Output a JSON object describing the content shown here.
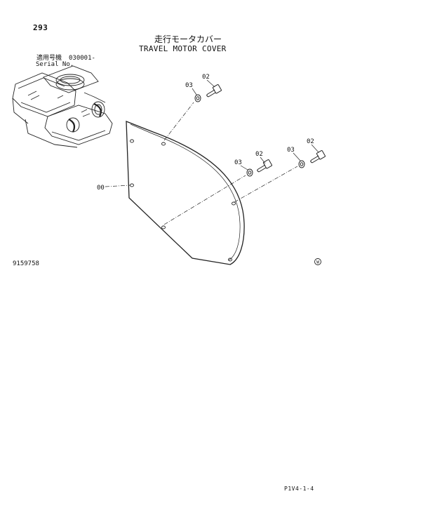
{
  "header": {
    "page_number": "293",
    "title_jp": "走行モータカバー",
    "title_en": "TRAVEL MOTOR COVER"
  },
  "serial": {
    "label_jp": "適用号機",
    "label_en": "Serial No.",
    "value": "030001-"
  },
  "callouts": {
    "cover": "00",
    "bolt_upper": "02",
    "washer_upper": "03",
    "bolt_mid": "02",
    "washer_mid": "03",
    "bolt_right": "02",
    "washer_right": "03"
  },
  "footer": {
    "drawing_number": "9159758",
    "page_code": "P1V4-1-4",
    "symbol": "W"
  }
}
